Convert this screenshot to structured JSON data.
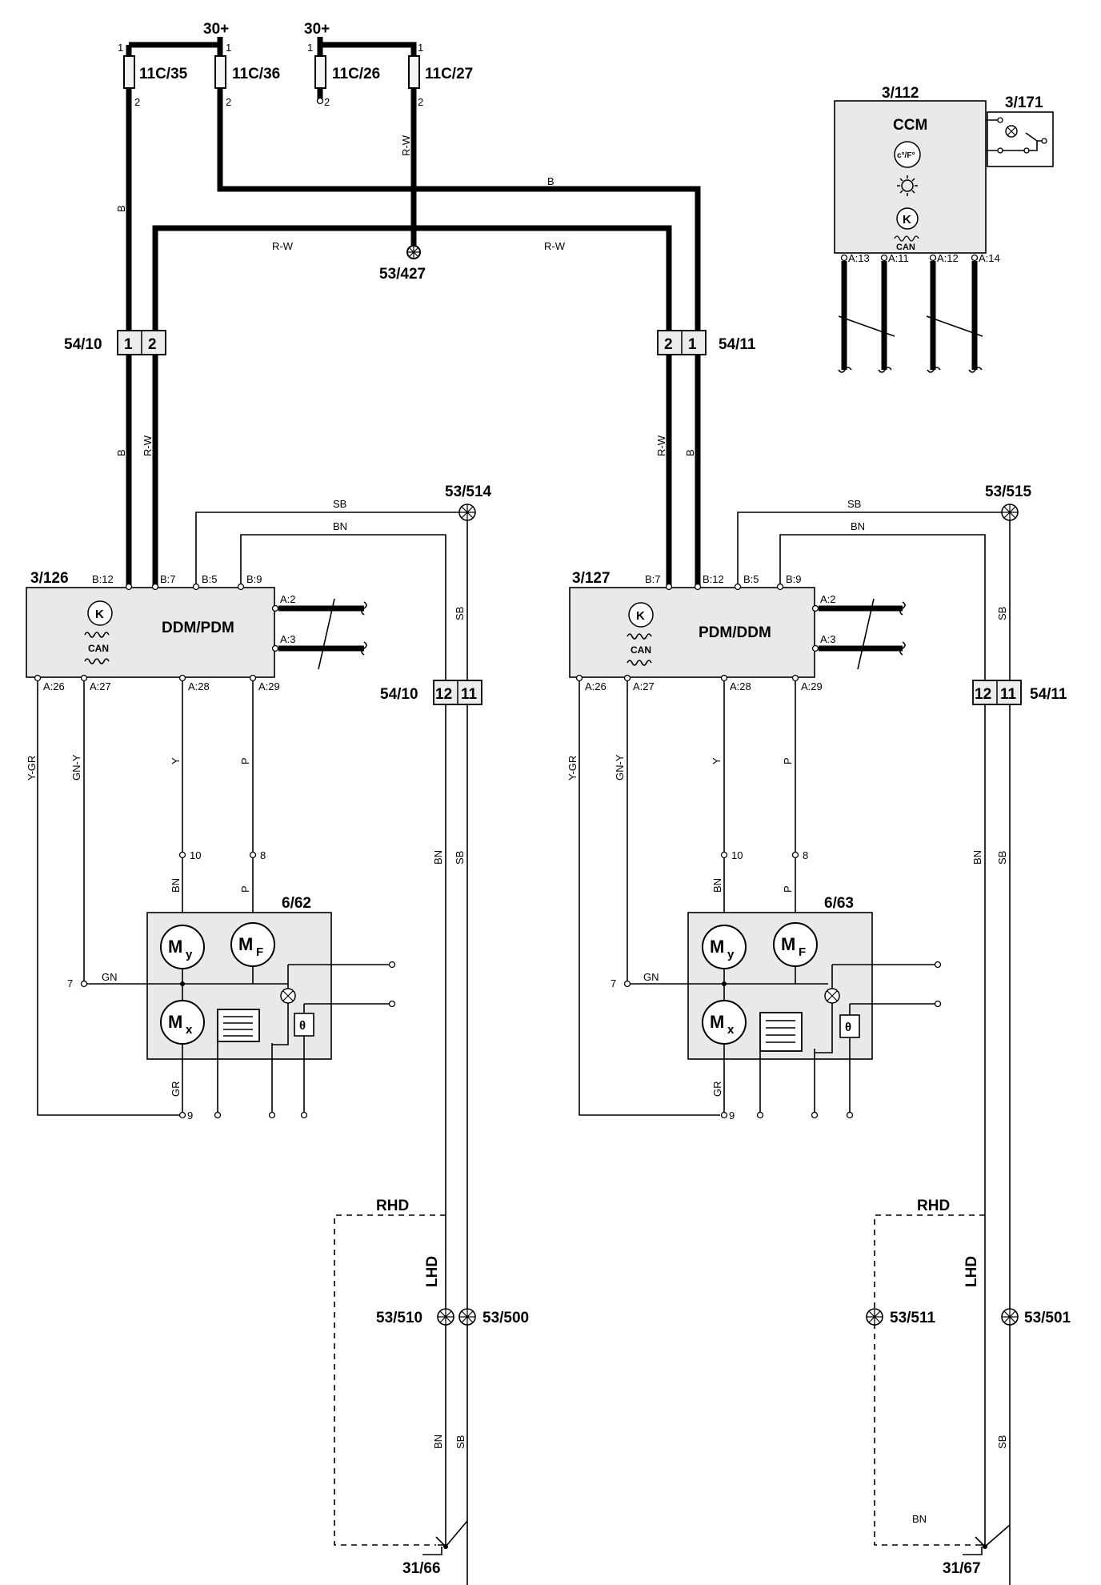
{
  "supply": {
    "left": "30+",
    "right": "30+"
  },
  "fuses": [
    "11C/35",
    "11C/36",
    "11C/26",
    "11C/27"
  ],
  "fuse_pins": {
    "in": "1",
    "out": "2"
  },
  "splices": {
    "s427": "53/427",
    "s514": "53/514",
    "s515": "53/515",
    "s510": "53/510",
    "s500": "53/500",
    "s511": "53/511",
    "s501": "53/501"
  },
  "connectors": {
    "c5410": "54/10",
    "c5411": "54/11",
    "pins_top_left": [
      "1",
      "2"
    ],
    "pins_top_right": [
      "2",
      "1"
    ],
    "pins_bottom": [
      "12",
      "11"
    ]
  },
  "ccm": {
    "id": "3/112",
    "name": "CCM",
    "switch_id": "3/171",
    "temp_symbol": "c°/F°",
    "can": "CAN",
    "pins": [
      "A:13",
      "A:11",
      "A:12",
      "A:14"
    ]
  },
  "modules": {
    "left": {
      "id": "3/126",
      "name": "DDM/PDM",
      "can": "CAN",
      "top_pins": [
        "B:12",
        "B:7",
        "B:5",
        "B:9"
      ],
      "side_pins": [
        "A:2",
        "A:3"
      ],
      "bottom_pins": [
        "A:26",
        "A:27",
        "A:28",
        "A:29"
      ]
    },
    "right": {
      "id": "3/127",
      "name": "PDM/DDM",
      "can": "CAN",
      "top_pins": [
        "B:7",
        "B:12",
        "B:5",
        "B:9"
      ],
      "side_pins": [
        "A:2",
        "A:3"
      ],
      "bottom_pins": [
        "A:26",
        "A:27",
        "A:28",
        "A:29"
      ]
    }
  },
  "mirrors": {
    "left": {
      "id": "6/62"
    },
    "right": {
      "id": "6/63"
    },
    "pins": {
      "p10": "10",
      "p8": "8",
      "p7": "7",
      "p9": "9"
    },
    "motor_y": "M",
    "motor_y_sub": "y",
    "motor_f": "M",
    "motor_f_sub": "F",
    "motor_x": "M",
    "motor_x_sub": "x",
    "thermal": "θ"
  },
  "wire_colors": {
    "b": "B",
    "rw": "R-W",
    "sb": "SB",
    "bn": "BN",
    "ygr": "Y-GR",
    "gny": "GN-Y",
    "y": "Y",
    "p": "P",
    "gn": "GN",
    "gr": "GR"
  },
  "variants": {
    "rhd": "RHD",
    "lhd": "LHD"
  },
  "grounds": {
    "left": "31/66",
    "right": "31/67"
  }
}
